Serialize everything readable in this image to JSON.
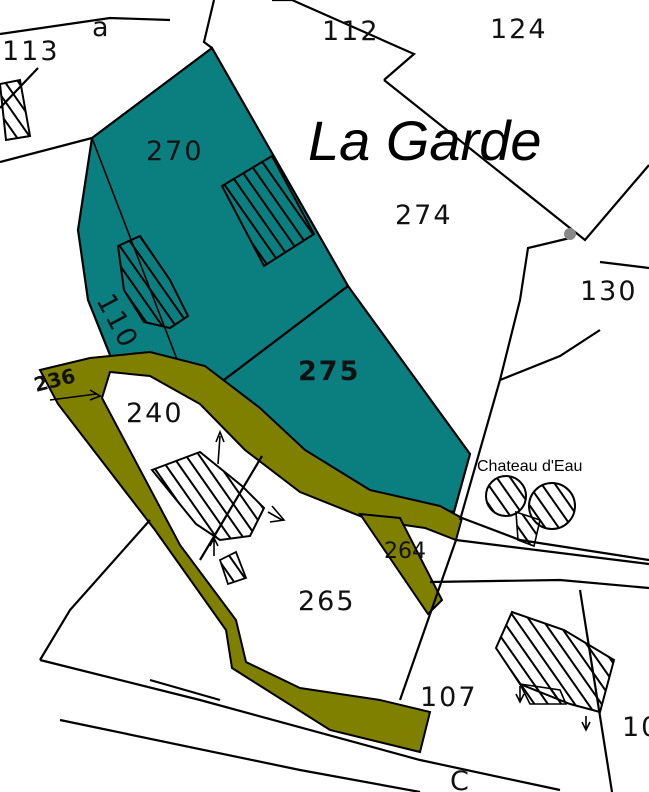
{
  "place_name": "La Garde",
  "building_label": "Chateau d'Eau",
  "colors": {
    "parcel_teal": "#0b7f80",
    "parcel_olive": "#808000",
    "line": "#000000",
    "background": "#ffffff"
  },
  "parcels": {
    "p113": "113",
    "pa": "a",
    "p112": "112",
    "p124": "124",
    "p270": "270",
    "p274": "274",
    "p130": "130",
    "p110": "110",
    "p275": "275",
    "p236": "236",
    "p240": "240",
    "p264": "264",
    "p265": "265",
    "p107": "107",
    "p10": "10",
    "pC": "C"
  }
}
